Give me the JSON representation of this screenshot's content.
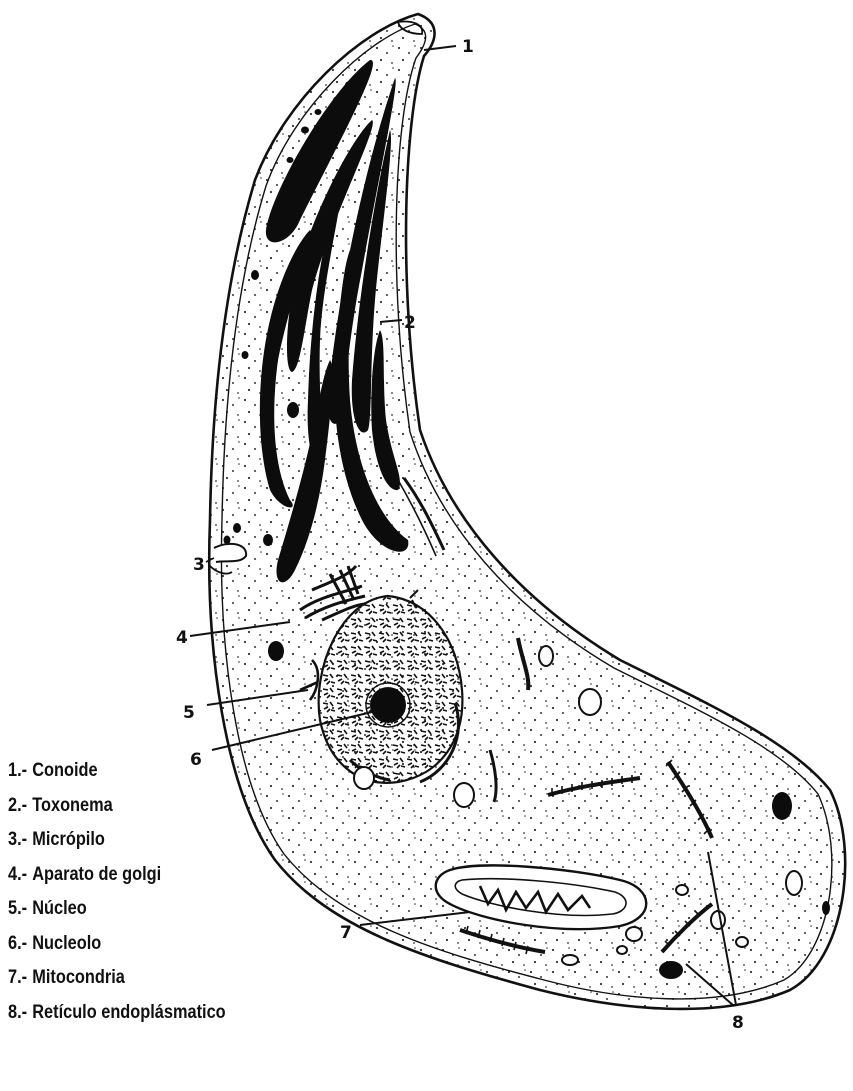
{
  "legend": [
    {
      "num": "1.-",
      "label": "Conoide"
    },
    {
      "num": "2.-",
      "label": "Toxonema"
    },
    {
      "num": "3.-",
      "label": "Micrópilo"
    },
    {
      "num": "4.-",
      "label": "Aparato de golgi"
    },
    {
      "num": "5.-",
      "label": "Núcleo"
    },
    {
      "num": "6.-",
      "label": "Nucleolo"
    },
    {
      "num": "7.-",
      "label": "Mitocondria"
    },
    {
      "num": "8.-",
      "label": "Retículo endoplásmatico"
    }
  ],
  "callouts": {
    "c1": "1",
    "c2": "2",
    "c3": "3",
    "c4": "4",
    "c5": "5",
    "c6": "6",
    "c7": "7",
    "c8": "8"
  },
  "colors": {
    "ink": "#111111",
    "paper": "#ffffff"
  }
}
